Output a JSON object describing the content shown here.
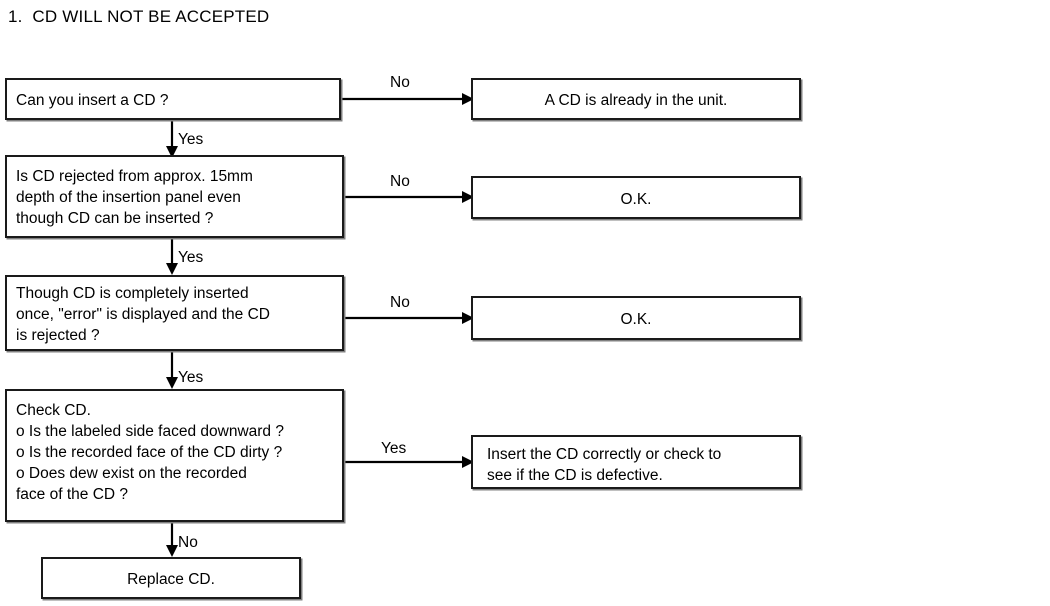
{
  "document": {
    "title": "1.  CD WILL NOT BE ACCEPTED",
    "type": "troubleshooting-flowchart"
  },
  "flowchart": {
    "nodes": [
      {
        "id": "q1",
        "kind": "decision",
        "text": "Can you insert a CD ?"
      },
      {
        "id": "r1",
        "kind": "result",
        "text": "A CD is already in the unit."
      },
      {
        "id": "q2",
        "kind": "decision",
        "text": "Is CD rejected from approx. 15mm\ndepth of the insertion panel even\nthough CD can be inserted ?"
      },
      {
        "id": "r2",
        "kind": "result",
        "text": "O.K."
      },
      {
        "id": "q3",
        "kind": "decision",
        "text": "Though CD is completely inserted\nonce, \"error\" is displayed and the CD\nis rejected ?"
      },
      {
        "id": "r3",
        "kind": "result",
        "text": "O.K."
      },
      {
        "id": "q4",
        "kind": "decision",
        "text": "Check CD.\no Is the labeled side faced downward ?\no Is the recorded face of the CD dirty ?\no Does dew exist on the recorded\n   face of the CD ?"
      },
      {
        "id": "r4",
        "kind": "result",
        "text": "Insert the CD correctly or check to\nsee if the CD is defective."
      },
      {
        "id": "r5",
        "kind": "result",
        "text": "Replace CD."
      }
    ],
    "edges": [
      {
        "id": "e1",
        "from": "q1",
        "to": "r1",
        "label": "No",
        "direction": "right"
      },
      {
        "id": "e2",
        "from": "q1",
        "to": "q2",
        "label": "Yes",
        "direction": "down"
      },
      {
        "id": "e3",
        "from": "q2",
        "to": "r2",
        "label": "No",
        "direction": "right"
      },
      {
        "id": "e4",
        "from": "q2",
        "to": "q3",
        "label": "Yes",
        "direction": "down"
      },
      {
        "id": "e5",
        "from": "q3",
        "to": "r3",
        "label": "No",
        "direction": "right"
      },
      {
        "id": "e6",
        "from": "q3",
        "to": "q4",
        "label": "Yes",
        "direction": "down"
      },
      {
        "id": "e7",
        "from": "q4",
        "to": "r4",
        "label": "Yes",
        "direction": "right"
      },
      {
        "id": "e8",
        "from": "q4",
        "to": "r5",
        "label": "No",
        "direction": "down"
      }
    ]
  }
}
